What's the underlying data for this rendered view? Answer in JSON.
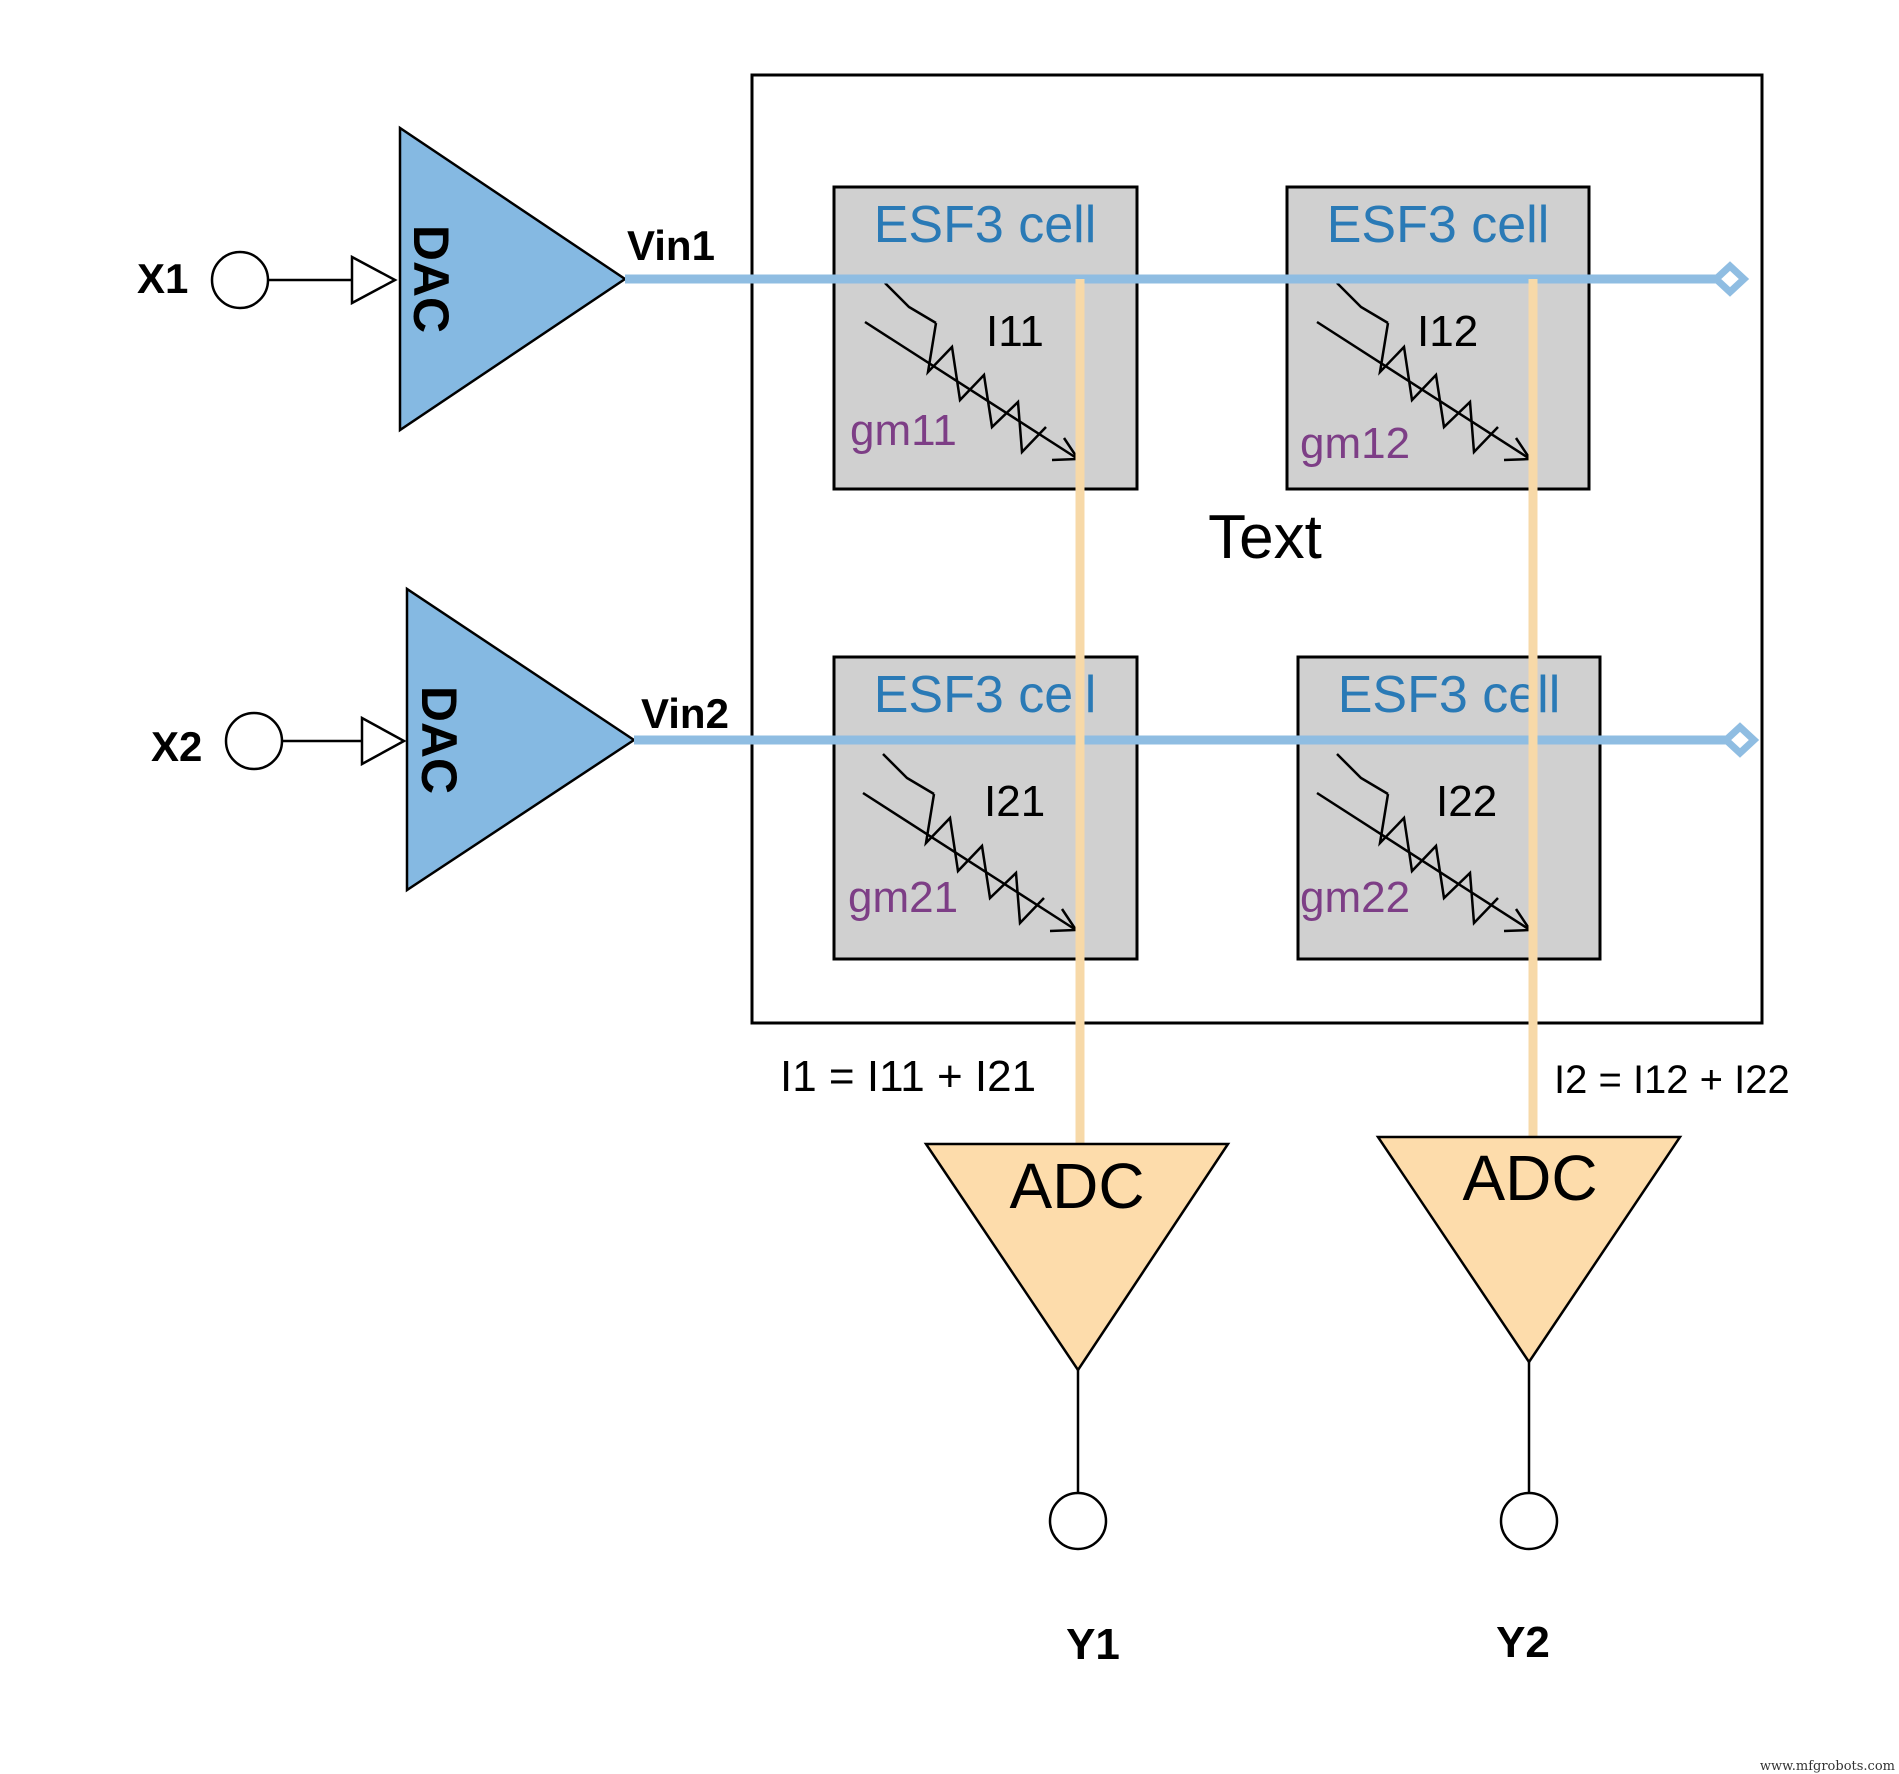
{
  "colors": {
    "dac_fill": "#85b9e2",
    "adc_fill": "#fddcab",
    "cell_fill": "#d0d0d0",
    "input_line": "#8fbde2",
    "output_line": "#f7d9a8",
    "cell_title": "#2a7ab6",
    "gm_label": "#7d3e86",
    "stroke": "#000000"
  },
  "inputs": [
    {
      "x_label": "X1",
      "dac_label": "DAC",
      "vin_label": "Vin1"
    },
    {
      "x_label": "X2",
      "dac_label": "DAC",
      "vin_label": "Vin2"
    }
  ],
  "crossbar": {
    "center_text": "Text",
    "cells": [
      {
        "title": "ESF3 cell",
        "current": "I11",
        "gm": "gm11"
      },
      {
        "title": "ESF3 cell",
        "current": "I12",
        "gm": "gm12"
      },
      {
        "title": "ESF3 cell",
        "current": "I21",
        "gm": "gm21"
      },
      {
        "title": "ESF3 cell",
        "current": "I22",
        "gm": "gm22"
      }
    ]
  },
  "outputs": [
    {
      "sum_equation": "I1 = I11 + I21",
      "adc_label": "ADC",
      "y_label": "Y1"
    },
    {
      "sum_equation": "I2 = I12 + I22",
      "adc_label": "ADC",
      "y_label": "Y2"
    }
  ],
  "watermark": "www.mfgrobots.com"
}
